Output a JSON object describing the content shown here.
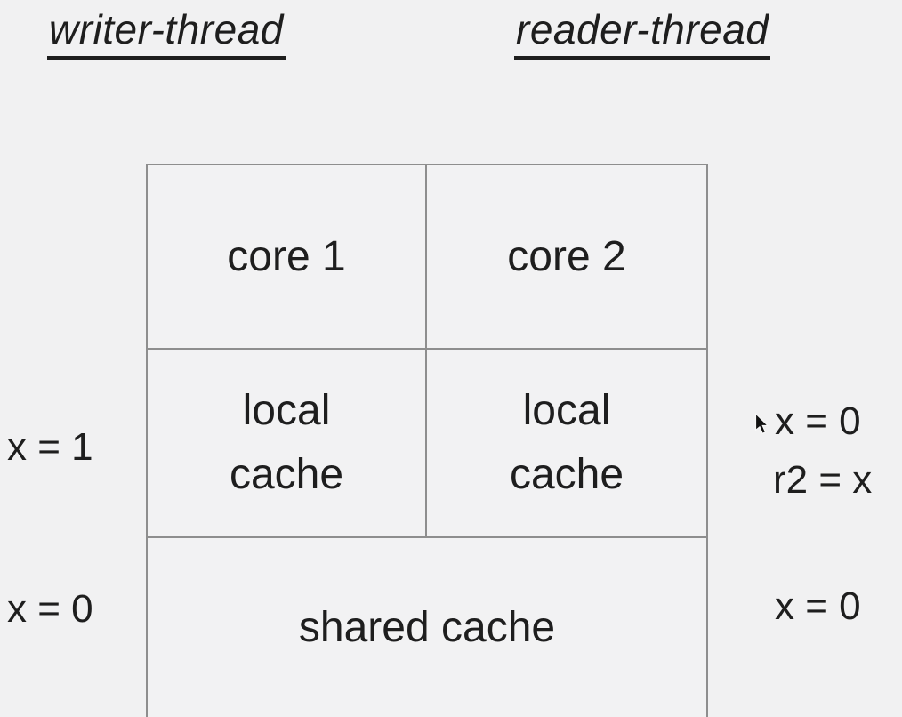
{
  "colors": {
    "background": "#f1f1f2",
    "text": "#1e1e1e",
    "table_border": "#8e8e8e"
  },
  "headers": {
    "writer": "writer-thread",
    "reader": "reader-thread"
  },
  "diagram": {
    "core1": "core 1",
    "core2": "core 2",
    "local_cache_left": "local cache",
    "local_cache_right": "local cache",
    "shared_cache": "shared cache"
  },
  "annotations": {
    "writer_local_value": "x = 1",
    "writer_shared_value": "x = 0",
    "reader_local_value": "x = 0",
    "reader_local_read": "r2 = x",
    "reader_shared_value": "x = 0"
  },
  "cursor": {
    "icon": "arrow-pointer"
  }
}
